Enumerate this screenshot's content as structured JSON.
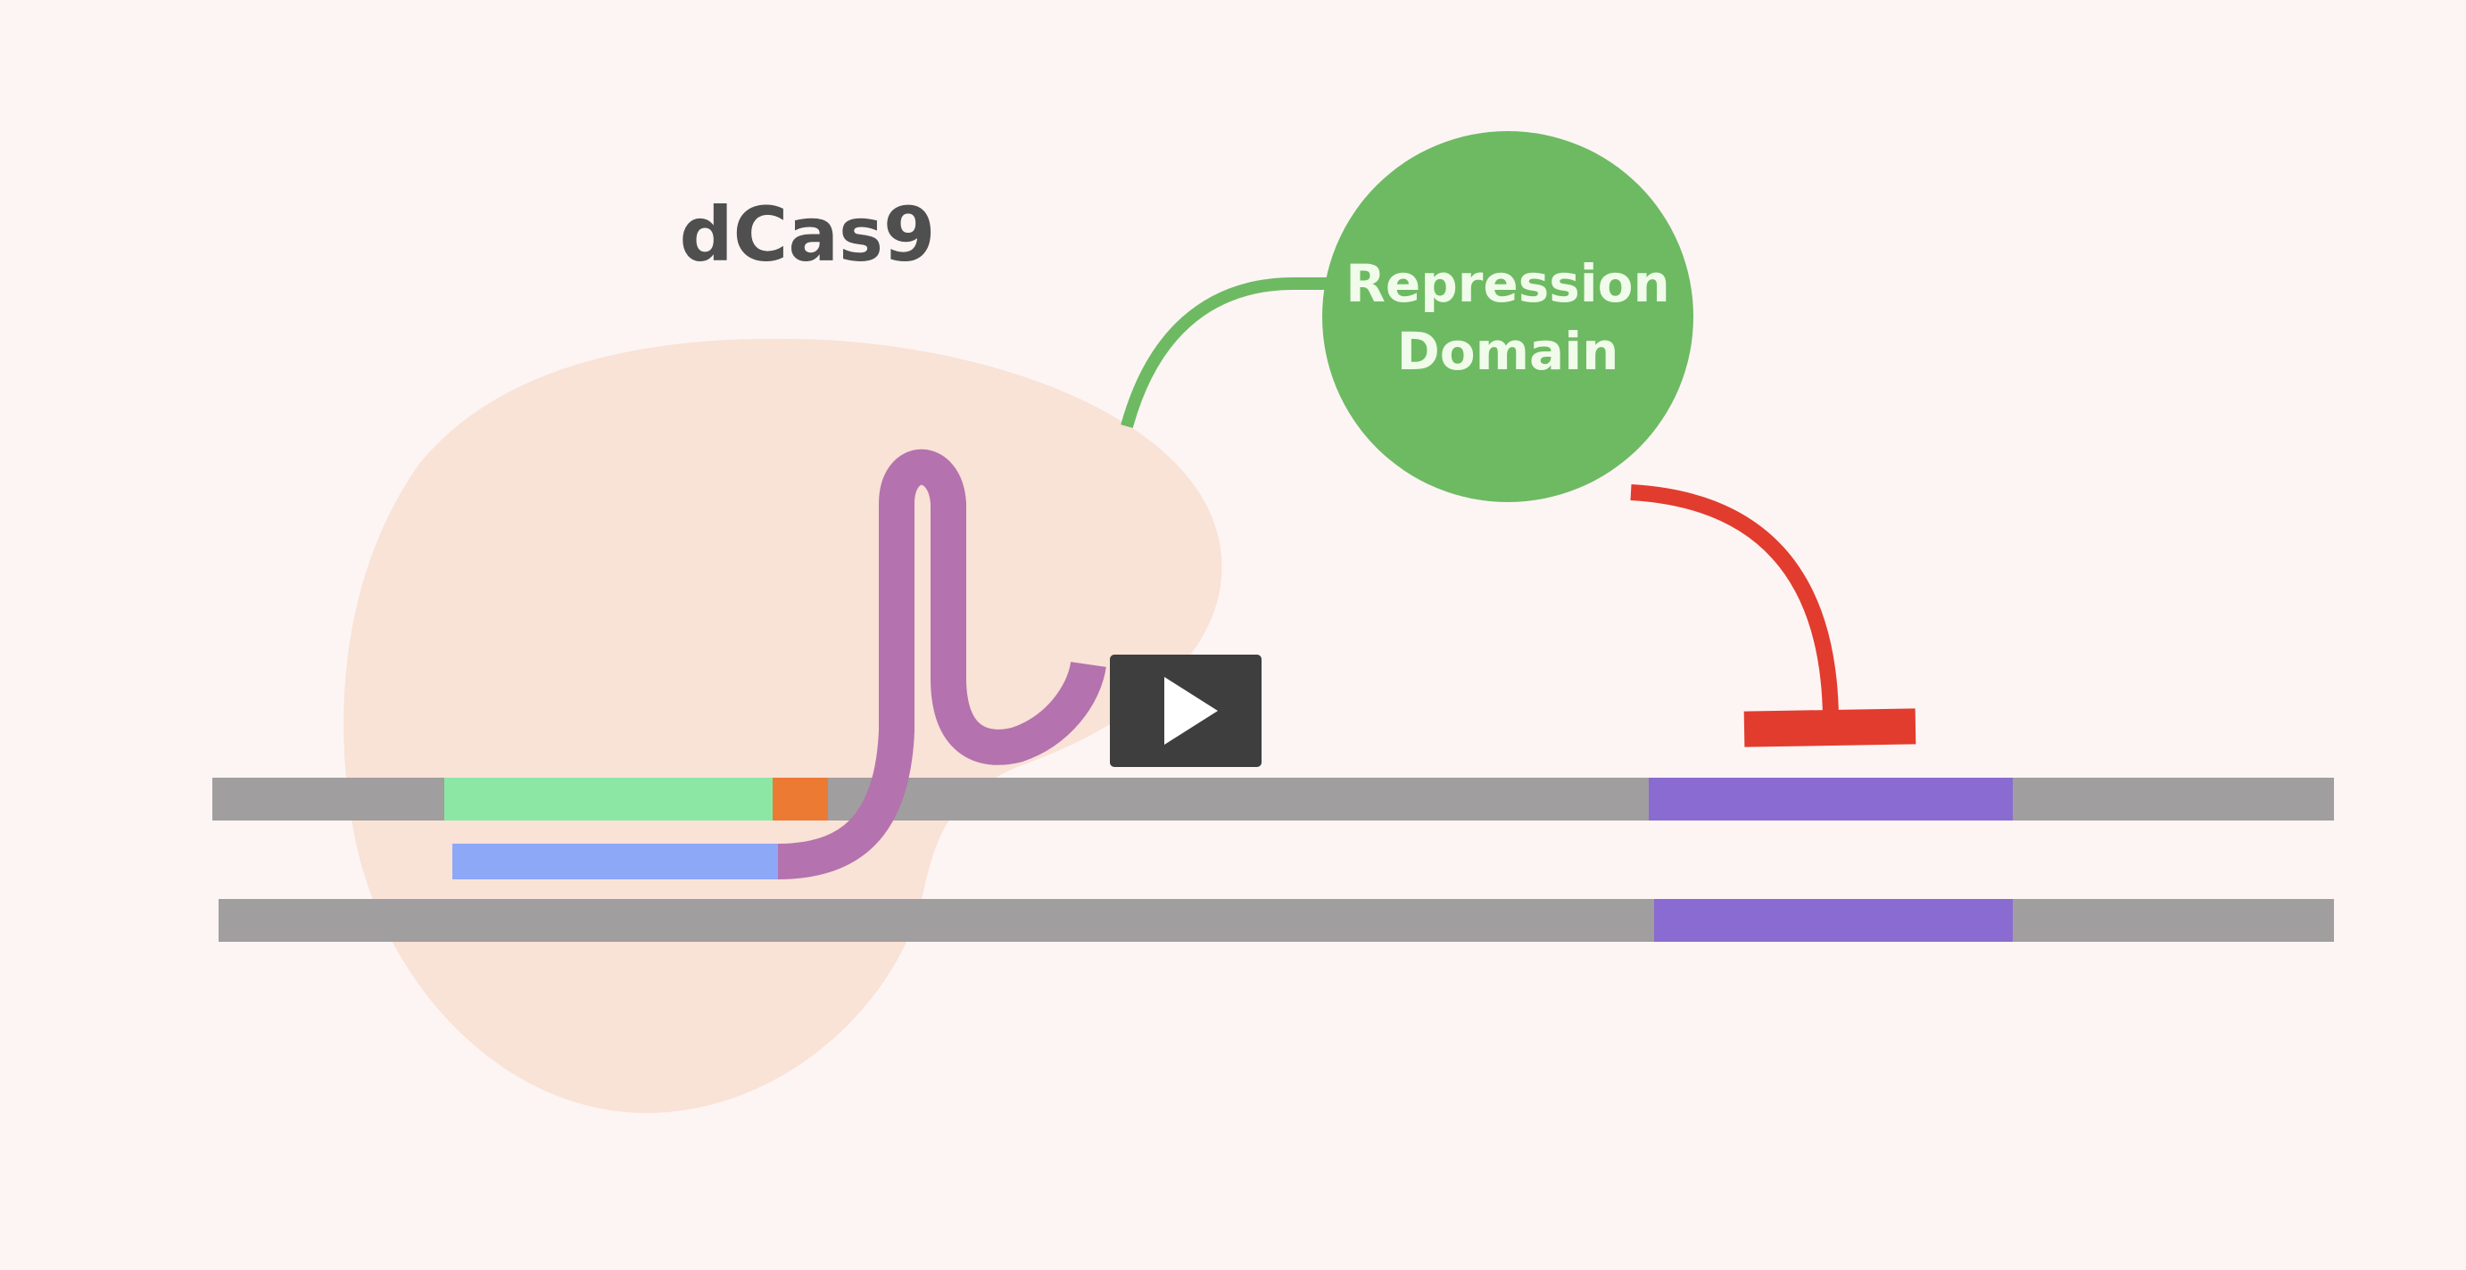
{
  "labels": {
    "protein": "dCas9",
    "domain_line1": "Repression",
    "domain_line2": "Domain"
  },
  "player": {
    "play_icon": "play-icon"
  },
  "colors": {
    "background": "#FCF5F4",
    "dcas9_body": "#F9E2D6",
    "dcas9_label": "#4F4F4F",
    "dna_strand": "#A09E9E",
    "target_sequence": "#8CE7A5",
    "pam": "#EC7A33",
    "guide_rna_spacer": "#8EA8F8",
    "guide_rna_scaffold": "#B472AE",
    "repression_domain": "#6DBA62",
    "repression_label": "#F0FBEA",
    "linker": "#6DBA62",
    "inhibition_arrow": "#E23C2E",
    "gene": "#8A6BD1",
    "play_button": "#3E3E3E"
  }
}
